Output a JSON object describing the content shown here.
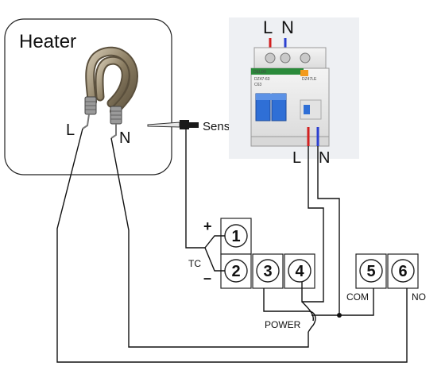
{
  "heater": {
    "title": "Heater",
    "left_label": "L",
    "right_label": "N"
  },
  "sensor": {
    "label": "Sensor"
  },
  "breaker": {
    "top_left_label": "L",
    "top_right_label": "N",
    "bottom_left_label": "L",
    "bottom_right_label": "N",
    "brand": "DELIXI",
    "model_left": "DZ47-63",
    "model_left_sub": "C63",
    "model_right": "DZ47LE"
  },
  "terminals": [
    "1",
    "2",
    "3",
    "4",
    "5",
    "6"
  ],
  "labels": {
    "plus": "+",
    "minus": "–",
    "tc": "TC",
    "com": "COM",
    "no": "NO",
    "power": "POWER"
  },
  "colors": {
    "live_wire": "#d22020",
    "neutral_wire": "#2b3fd0",
    "breaker_accent": "#2a8a3a",
    "test_button": "#f39a1c"
  }
}
